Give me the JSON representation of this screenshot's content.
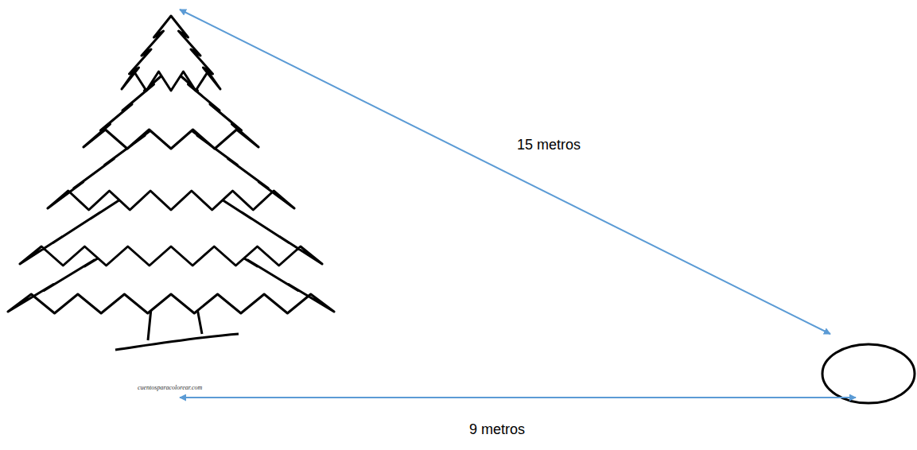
{
  "diagram": {
    "labels": [
      "15 metros",
      "9 metros",
      "cuentosparacolorear.com"
    ]
  }
}
